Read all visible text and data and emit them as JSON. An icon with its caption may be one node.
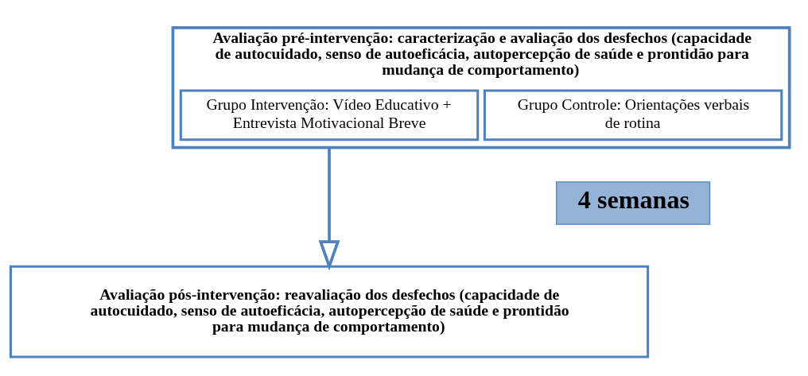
{
  "diagram": {
    "nodes": [
      {
        "text": [
          "Avaliação pré-intervenção: caracterização e avaliação dos desfechos (capacidade de autocuidado, senso de autoeficácia, autopercepção de saúde e prontidão para mudança de comportamento)"
        ]
      },
      {
        "text": [
          "Grupo Intervenção: Vídeo Educativo + Entrevista Motivacional Breve"
        ],
        "in": 0
      },
      {
        "text": [
          "Grupo Controle: Orientações verbais de rotina"
        ],
        "in": 0
      },
      {
        "text": [
          "4 semanas"
        ]
      },
      {
        "text": [
          "Avaliação pós-intervenção: reavaliação dos desfechos (capacidade de autocuidado, senso de autoeficácia, autopercepção de saúde e prontidão para mudança de comportamento)"
        ]
      }
    ],
    "edges": [
      {
        "from": 0,
        "to": 4,
        "arrow": "to"
      }
    ]
  }
}
